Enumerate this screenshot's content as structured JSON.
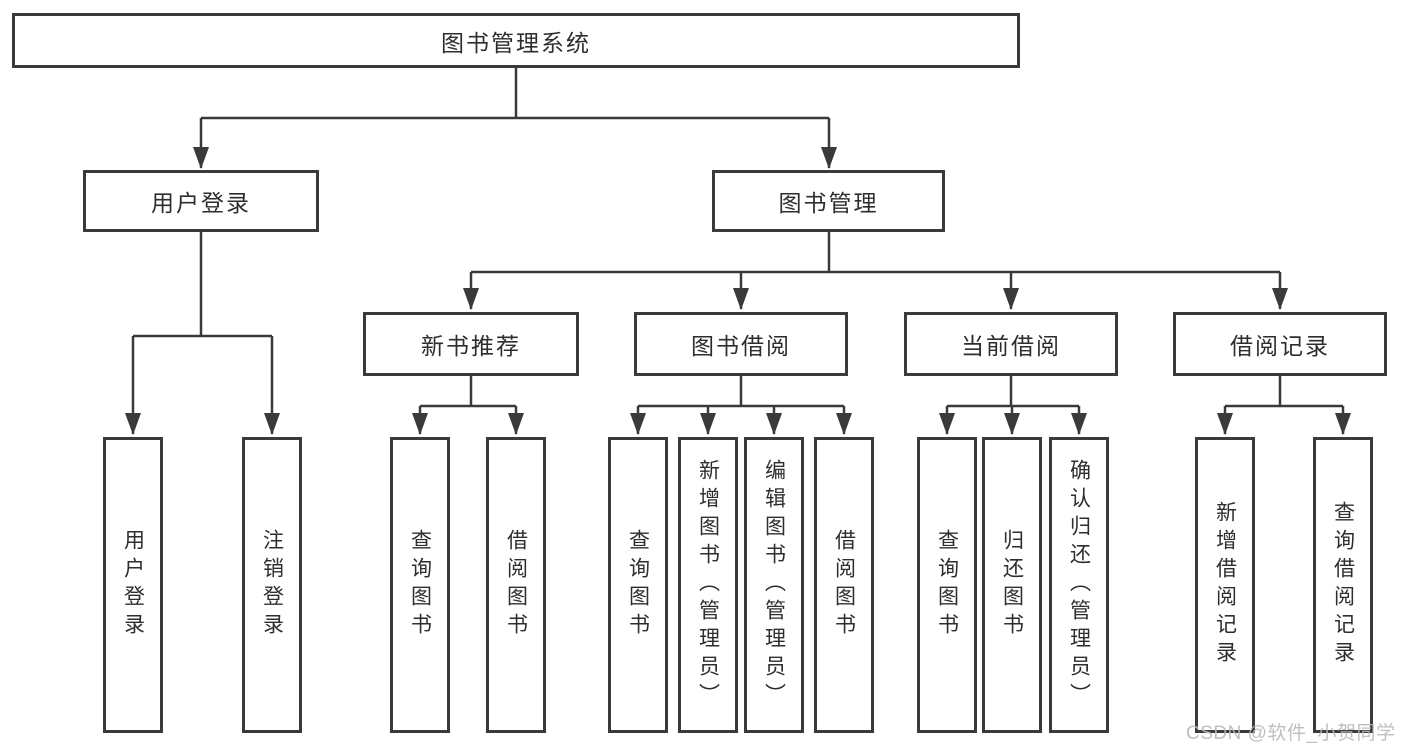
{
  "tree": {
    "root": "图书管理系统",
    "login": {
      "label": "用户登录",
      "children": [
        "用户登录",
        "注销登录"
      ]
    },
    "mgmt": {
      "label": "图书管理",
      "children": [
        {
          "label": "新书推荐",
          "children": [
            "查询图书",
            "借阅图书"
          ]
        },
        {
          "label": "图书借阅",
          "children": [
            "查询图书",
            "新增图书（管理员）",
            "编辑图书（管理员）",
            "借阅图书"
          ]
        },
        {
          "label": "当前借阅",
          "children": [
            "查询图书",
            "归还图书",
            "确认归还（管理员）"
          ]
        },
        {
          "label": "借阅记录",
          "children": [
            "新增借阅记录",
            "查询借阅记录"
          ]
        }
      ]
    }
  },
  "watermark": "CSDN @软件_小贺同学",
  "colors": {
    "line": "#3a3a3a",
    "text": "#2e2e2e",
    "watermark": "#b9b9b9",
    "background": "#ffffff"
  }
}
